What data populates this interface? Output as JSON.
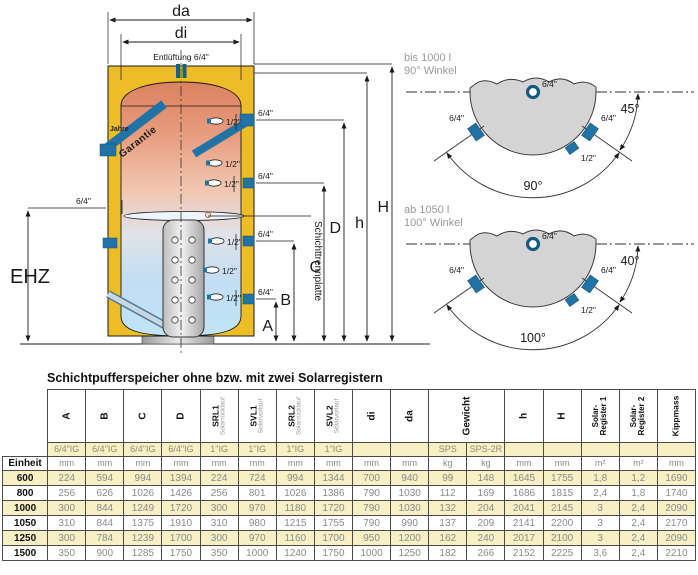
{
  "colors": {
    "insulation_yellow": "#EDBD27",
    "port_blue": "#2273A5",
    "table_highlight_yellow": "#F6F0C4",
    "data_text_gray": "#8a8a8a",
    "diagram_gray_fill": "#D4D4D4",
    "gray_label_text": "#999999"
  },
  "tank": {
    "da": "da",
    "di": "di",
    "vent": "Entlüftung 6/4\"",
    "ehz": "EHZ",
    "plate": "Schichttrennplatte",
    "stamp_top": "Jahre",
    "stamp_main": "Garantie",
    "port_64": "6/4\"",
    "port_12": "1/2\"",
    "dim_A": "A",
    "dim_B": "B",
    "dim_C": "C",
    "dim_D": "D",
    "dim_h": "h",
    "dim_H": "H"
  },
  "angles": [
    {
      "line1": "bis 1000 l",
      "line2": "90° Winkel",
      "top_port": "6/4\"",
      "left_port": "6/4\"",
      "right_port": "6/4\"",
      "small_port": "1/2\"",
      "side_angle": "45°",
      "main_angle": "90°"
    },
    {
      "line1": "ab 1050 l",
      "line2": "100° Winkel",
      "top_port": "6/4\"",
      "left_port": "6/4\"",
      "right_port": "6/4\"",
      "small_port": "1/2\"",
      "side_angle": "40°",
      "main_angle": "100°"
    }
  ],
  "table": {
    "title": "Schichtpufferspeicher ohne bzw. mit zwei Solarregistern",
    "einheit": "Einheit",
    "gewicht": "Gewicht",
    "cols": [
      {
        "label": "A",
        "sub": "",
        "conn": "6/4\"IG",
        "unit": "mm"
      },
      {
        "label": "B",
        "sub": "",
        "conn": "6/4\"IG",
        "unit": "mm"
      },
      {
        "label": "C",
        "sub": "",
        "conn": "6/4\"IG",
        "unit": "mm"
      },
      {
        "label": "D",
        "sub": "",
        "conn": "6/4\"IG",
        "unit": "mm"
      },
      {
        "label": "SRL1",
        "sub": "Solarrücklauf",
        "conn": "1\"IG",
        "unit": "mm"
      },
      {
        "label": "SVL1",
        "sub": "Solarvorlauf",
        "conn": "1\"IG",
        "unit": "mm"
      },
      {
        "label": "SRL2",
        "sub": "Solarrücklauf",
        "conn": "1\"IG",
        "unit": "mm"
      },
      {
        "label": "SVL2",
        "sub": "Solarvorlauf",
        "conn": "1\"IG",
        "unit": "mm"
      },
      {
        "label": "di",
        "sub": "",
        "conn": "",
        "unit": "mm"
      },
      {
        "label": "da",
        "sub": "",
        "conn": "",
        "unit": "mm"
      },
      {
        "label": "",
        "sub": "",
        "conn": "SPS",
        "unit": "kg"
      },
      {
        "label": "",
        "sub": "",
        "conn": "SPS-2R",
        "unit": "kg"
      },
      {
        "label": "h",
        "sub": "",
        "conn": "",
        "unit": "mm"
      },
      {
        "label": "H",
        "sub": "",
        "conn": "",
        "unit": "mm"
      },
      {
        "label": "Solar-",
        "sub": "Register 1",
        "conn": "",
        "unit": "m²"
      },
      {
        "label": "Solar-",
        "sub": "Register 2",
        "conn": "",
        "unit": "m²"
      },
      {
        "label": "Kippmass",
        "sub": "",
        "conn": "",
        "unit": "mm"
      }
    ],
    "rows": [
      {
        "size": "600",
        "values": [
          "224",
          "594",
          "994",
          "1394",
          "224",
          "724",
          "994",
          "1344",
          "700",
          "940",
          "99",
          "148",
          "1645",
          "1755",
          "1,8",
          "1,2",
          "1690"
        ]
      },
      {
        "size": "800",
        "values": [
          "256",
          "626",
          "1026",
          "1426",
          "256",
          "801",
          "1026",
          "1386",
          "790",
          "1030",
          "112",
          "169",
          "1686",
          "1815",
          "2,4",
          "1,8",
          "1740"
        ]
      },
      {
        "size": "1000",
        "values": [
          "300",
          "844",
          "1249",
          "1720",
          "300",
          "970",
          "1180",
          "1720",
          "790",
          "1030",
          "132",
          "204",
          "2041",
          "2145",
          "3",
          "2,4",
          "2090"
        ]
      },
      {
        "size": "1050",
        "values": [
          "310",
          "844",
          "1375",
          "1910",
          "310",
          "980",
          "1215",
          "1755",
          "790",
          "990",
          "137",
          "209",
          "2141",
          "2200",
          "3",
          "2,4",
          "2170"
        ]
      },
      {
        "size": "1250",
        "values": [
          "300",
          "784",
          "1239",
          "1700",
          "300",
          "970",
          "1160",
          "1700",
          "950",
          "1200",
          "162",
          "240",
          "2017",
          "2100",
          "3",
          "2,4",
          "2090"
        ]
      },
      {
        "size": "1500",
        "values": [
          "350",
          "900",
          "1285",
          "1750",
          "350",
          "1000",
          "1240",
          "1750",
          "1000",
          "1250",
          "182",
          "266",
          "2152",
          "2225",
          "3,6",
          "2,4",
          "2210"
        ]
      }
    ]
  }
}
